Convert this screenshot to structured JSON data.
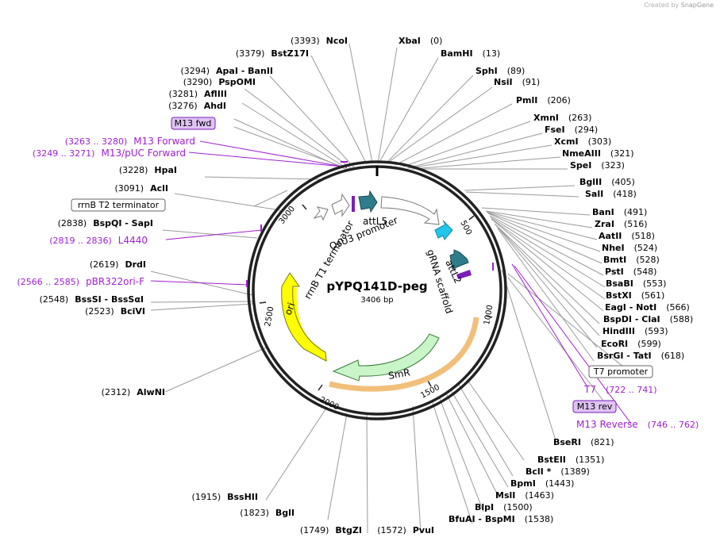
{
  "header": {
    "created_by": "Created by",
    "brand": "SnapGene"
  },
  "plasmid": {
    "name": "pYPQ141D-peg",
    "length": "3406 bp"
  },
  "ticks": [
    "500",
    "1000",
    "1500",
    "2000",
    "2500",
    "3000"
  ],
  "enzymes_right": [
    {
      "name": "XbaI",
      "pos": "(0)"
    },
    {
      "name": "BamHI",
      "pos": "(13)"
    },
    {
      "name": "SphI",
      "pos": "(89)"
    },
    {
      "name": "NsiI",
      "pos": "(91)"
    },
    {
      "name": "PmlI",
      "pos": "(206)"
    },
    {
      "name": "XmnI",
      "pos": "(263)"
    },
    {
      "name": "FseI",
      "pos": "(294)"
    },
    {
      "name": "XcmI",
      "pos": "(303)"
    },
    {
      "name": "NmeAIII",
      "pos": "(321)"
    },
    {
      "name": "SpeI",
      "pos": "(323)"
    },
    {
      "name": "BglII",
      "pos": "(405)"
    },
    {
      "name": "SalI",
      "pos": "(418)"
    },
    {
      "name": "BanI",
      "pos": "(491)"
    },
    {
      "name": "ZraI",
      "pos": "(516)"
    },
    {
      "name": "AatII",
      "pos": "(518)"
    },
    {
      "name": "NheI",
      "pos": "(524)"
    },
    {
      "name": "BmtI",
      "pos": "(528)"
    },
    {
      "name": "PstI",
      "pos": "(548)"
    },
    {
      "name": "BsaBI",
      "pos": "(553)"
    },
    {
      "name": "BstXI",
      "pos": "(561)"
    },
    {
      "name": "EagI - NotI",
      "pos": "(566)"
    },
    {
      "name": "BspDI - ClaI",
      "pos": "(588)"
    },
    {
      "name": "HindIII",
      "pos": "(593)"
    },
    {
      "name": "EcoRI",
      "pos": "(599)"
    },
    {
      "name": "BsrGI - TatI",
      "pos": "(618)"
    },
    {
      "name": "BseRI",
      "pos": "(821)"
    },
    {
      "name": "BstEII",
      "pos": "(1351)"
    },
    {
      "name": "BclI *",
      "pos": "(1389)"
    },
    {
      "name": "BpmI",
      "pos": "(1443)"
    },
    {
      "name": "MslI",
      "pos": "(1463)"
    },
    {
      "name": "BlpI",
      "pos": "(1500)"
    },
    {
      "name": "BfuAI - BspMI",
      "pos": "(1538)"
    }
  ],
  "enzymes_left": [
    {
      "name": "NcoI",
      "pos": "(3393)"
    },
    {
      "name": "BstZ17I",
      "pos": "(3379)"
    },
    {
      "name": "ApaI - BanII",
      "pos": "(3294)"
    },
    {
      "name": "PspOMI",
      "pos": "(3290)"
    },
    {
      "name": "AflIII",
      "pos": "(3281)"
    },
    {
      "name": "AhdI",
      "pos": "(3276)"
    },
    {
      "name": "HpaI",
      "pos": "(3228)"
    },
    {
      "name": "AclI",
      "pos": "(3091)"
    },
    {
      "name": "BspQI - SapI",
      "pos": "(2838)"
    },
    {
      "name": "DrdI",
      "pos": "(2619)"
    },
    {
      "name": "BssSI - BssSαI",
      "pos": "(2548)"
    },
    {
      "name": "BciVI",
      "pos": "(2523)"
    },
    {
      "name": "AlwNI",
      "pos": "(2312)"
    },
    {
      "name": "BssHII",
      "pos": "(1915)"
    },
    {
      "name": "BglI",
      "pos": "(1823)"
    },
    {
      "name": "BtgZI",
      "pos": "(1749)"
    },
    {
      "name": "PvuI",
      "pos": "(1572)"
    }
  ],
  "primers": [
    {
      "name": "M13 Forward",
      "range": "(3263 .. 3280)"
    },
    {
      "name": "M13/pUC Forward",
      "range": "(3249 .. 3271)"
    },
    {
      "name": "L4440",
      "range": "(2819 .. 2836)"
    },
    {
      "name": "pBR322ori-F",
      "range": "(2566 .. 2585)"
    },
    {
      "name": "T7",
      "range": "(722 .. 741)"
    },
    {
      "name": "M13 Reverse",
      "range": "(746 .. 762)"
    }
  ],
  "boxed_labels": {
    "m13_fwd": "M13 fwd",
    "rrnb_t2": "rrnB T2 terminator",
    "t7_promoter": "T7 promoter",
    "m13_rev": "M13 rev"
  },
  "features": {
    "attl5": "attL5",
    "osu3": "OsU3 promoter",
    "rrnb_t1": "rrnB T1 terminator",
    "grna": "gRNA scaffold",
    "attl2": "attL2",
    "ori": "ori",
    "smr": "SmR"
  },
  "colors": {
    "enzyme_text": "#000000",
    "primer_text": "#a020d0",
    "primer_box_fill": "#dfc3f2",
    "attl": "#2f7d8a",
    "grna": "#22c6ea",
    "ori": "#ffff00",
    "smr": "#c9f5c9",
    "orf_band": "#f2bf7a"
  }
}
